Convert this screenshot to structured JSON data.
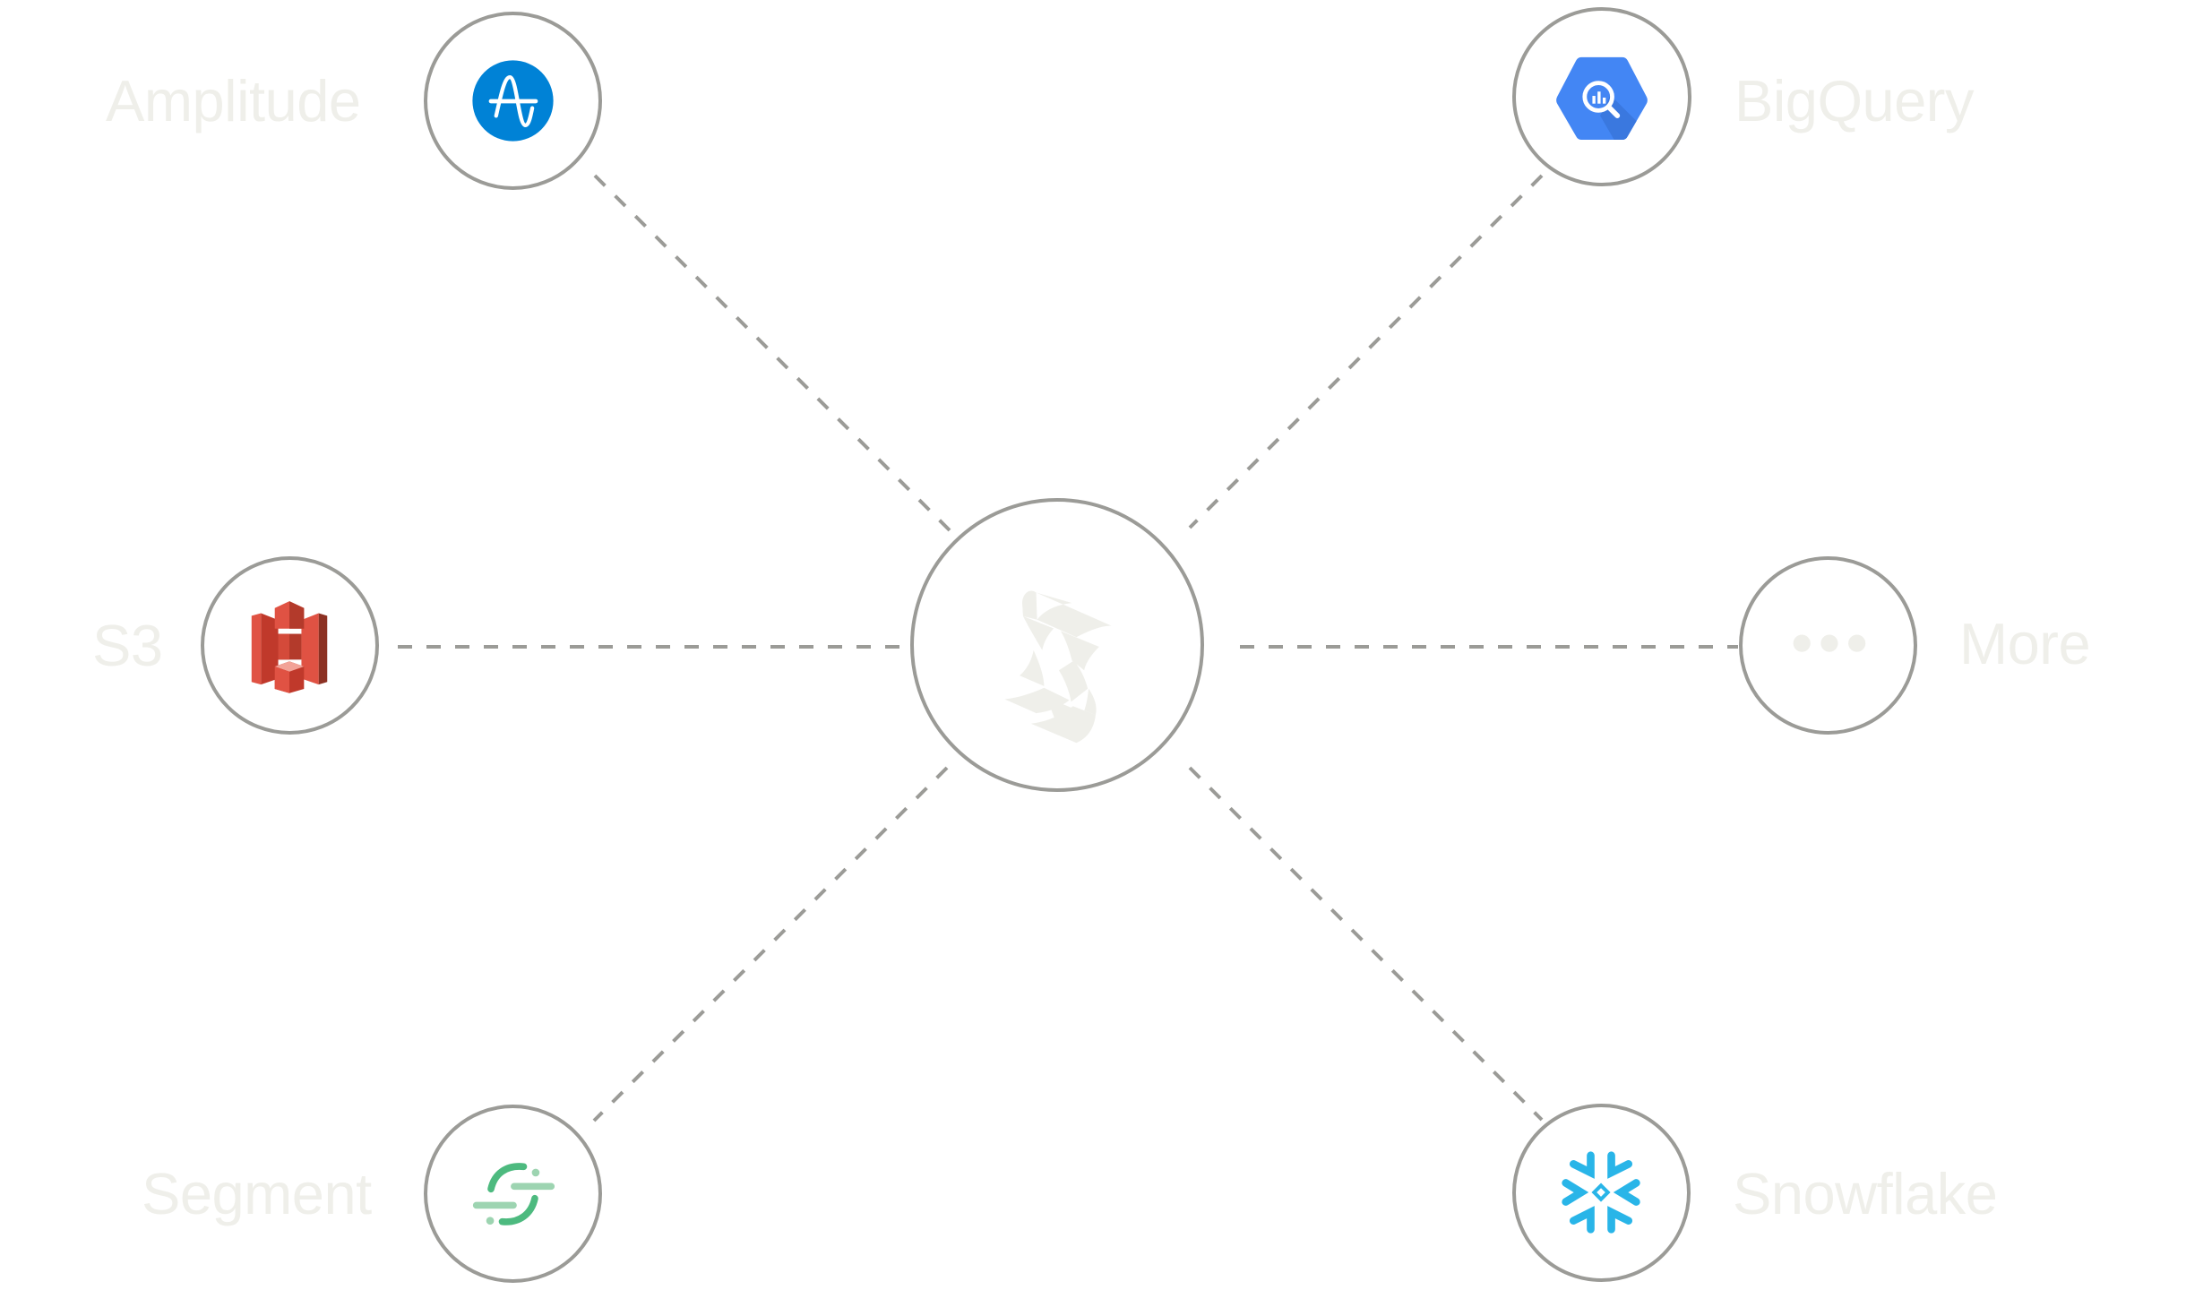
{
  "diagram": {
    "type": "hub-and-spoke integrations",
    "hub": {
      "name": "center-logo",
      "icon": "s-pattern-logo-icon"
    },
    "integrations": [
      {
        "label": "Amplitude",
        "icon": "amplitude-icon",
        "color": "#0082d6",
        "position": "top-left"
      },
      {
        "label": "BigQuery",
        "icon": "bigquery-icon",
        "color": "#4285f4",
        "position": "top-right"
      },
      {
        "label": "S3",
        "icon": "aws-s3-icon",
        "color": "#e05243",
        "position": "middle-left"
      },
      {
        "label": "More",
        "icon": "more-dots-icon",
        "color": "#efefea",
        "position": "middle-right"
      },
      {
        "label": "Segment",
        "icon": "segment-icon",
        "color": "#52bd84",
        "position": "bottom-left"
      },
      {
        "label": "Snowflake",
        "icon": "snowflake-icon",
        "color": "#29b5e8",
        "position": "bottom-right"
      }
    ],
    "connector_style": "dashed",
    "colors": {
      "stroke": "#9b9b97",
      "label_text": "#efefea",
      "hub_logo": "#efefea"
    }
  }
}
